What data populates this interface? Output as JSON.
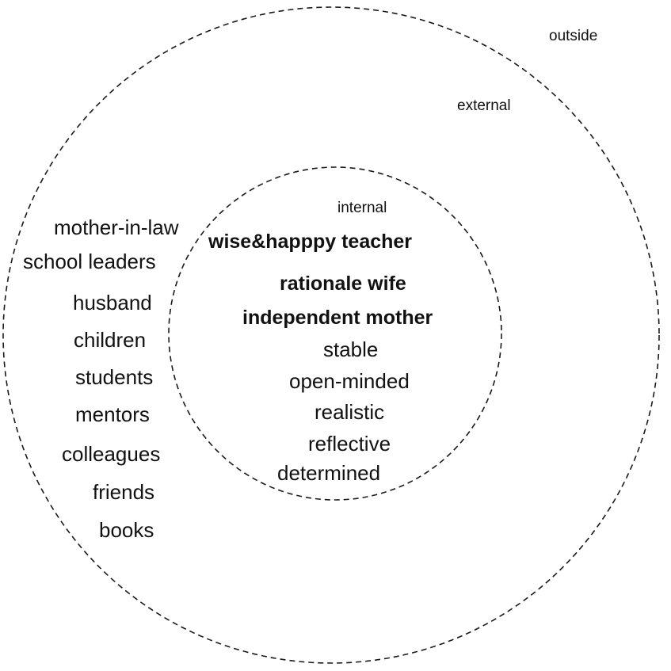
{
  "zones": {
    "outside": "outside",
    "external": "external",
    "internal": "internal"
  },
  "external_influences": [
    "mother-in-law",
    "school leaders",
    "husband",
    "children",
    "students",
    "mentors",
    "colleagues",
    "friends",
    "books"
  ],
  "internal_identities": [
    "wise&happpy teacher",
    "rationale wife",
    "independent mother"
  ],
  "internal_traits": [
    "stable",
    "open-minded",
    "realistic",
    "reflective",
    "determined"
  ],
  "colors": {
    "ring_stroke": "#1a1a1a",
    "text": "#111111",
    "background": "#ffffff"
  }
}
